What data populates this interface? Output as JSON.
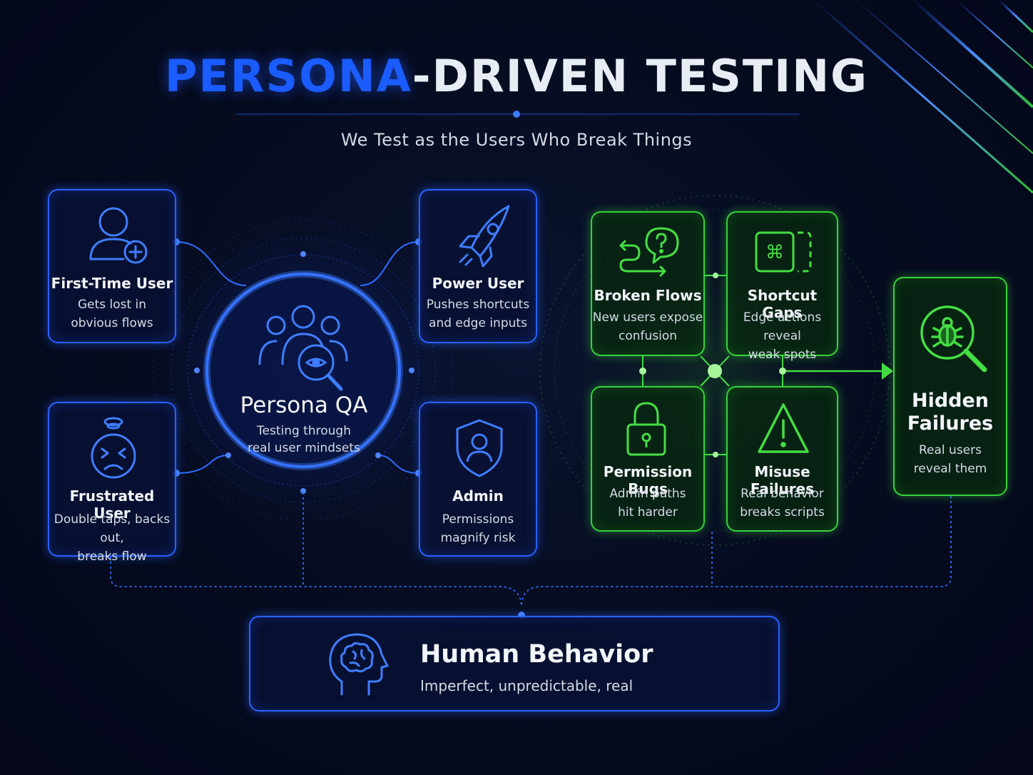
{
  "header": {
    "title_part1": "PERSONA",
    "title_part2": "-DRIVEN TESTING",
    "subtitle": "We Test as the Users Who Break Things"
  },
  "hub": {
    "title": "Persona QA",
    "desc_line1": "Testing through",
    "desc_line2": "real user mindsets",
    "icon": "group-search-icon"
  },
  "personas": [
    {
      "title": "First-Time User",
      "desc_line1": "Gets lost in",
      "desc_line2": "obvious flows",
      "icon": "user-plus-icon"
    },
    {
      "title": "Power User",
      "desc_line1": "Pushes shortcuts",
      "desc_line2": "and edge inputs",
      "icon": "rocket-icon"
    },
    {
      "title": "Frustrated User",
      "desc_line1": "Double taps, backs out,",
      "desc_line2": "breaks flow",
      "icon": "frustrated-face-icon"
    },
    {
      "title": "Admin",
      "desc_line1": "Permissions",
      "desc_line2": "magnify risk",
      "icon": "shield-user-icon"
    }
  ],
  "failures": [
    {
      "title": "Broken Flows",
      "desc_line1": "New users expose",
      "desc_line2": "confusion",
      "icon": "question-flow-icon"
    },
    {
      "title": "Shortcut Gaps",
      "desc_line1": "Edge actions reveal",
      "desc_line2": "weak spots",
      "icon": "command-key-icon"
    },
    {
      "title": "Permission Bugs",
      "desc_line1": "Admin paths",
      "desc_line2": "hit harder",
      "icon": "lock-icon"
    },
    {
      "title": "Misuse Failures",
      "desc_line1": "Real behavior",
      "desc_line2": "breaks scripts",
      "icon": "warning-icon"
    }
  ],
  "result": {
    "title_line1": "Hidden",
    "title_line2": "Failures",
    "desc_line1": "Real users",
    "desc_line2": "reveal them",
    "icon": "bug-search-icon"
  },
  "footer": {
    "title": "Human Behavior",
    "desc": "Imperfect, unpredictable, real",
    "icon": "brain-head-icon"
  },
  "colors": {
    "blue": "#2a61ff",
    "green": "#36d23a",
    "background": "#05091a"
  }
}
